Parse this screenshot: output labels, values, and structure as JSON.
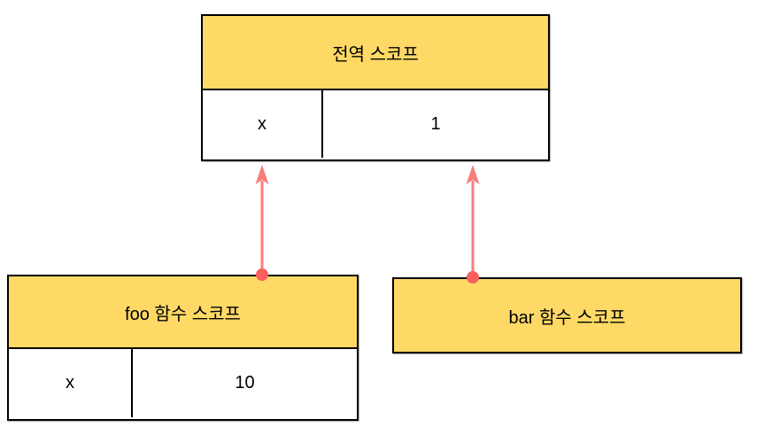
{
  "colors": {
    "box_fill": "#FFD966",
    "box_border": "#000000",
    "arrow": "#F87D7D",
    "arrow_dot": "#F7605C",
    "text": "#000000",
    "background": "#FFFFFF"
  },
  "diagram": {
    "global_scope": {
      "title": "전역 스코프",
      "variables": [
        {
          "name": "x",
          "value": "1"
        }
      ]
    },
    "foo_scope": {
      "title": "foo 함수 스코프",
      "variables": [
        {
          "name": "x",
          "value": "10"
        }
      ]
    },
    "bar_scope": {
      "title": "bar 함수 스코프",
      "variables": []
    },
    "arrows": [
      {
        "from": "foo_scope",
        "to": "global_scope"
      },
      {
        "from": "bar_scope",
        "to": "global_scope"
      }
    ]
  }
}
